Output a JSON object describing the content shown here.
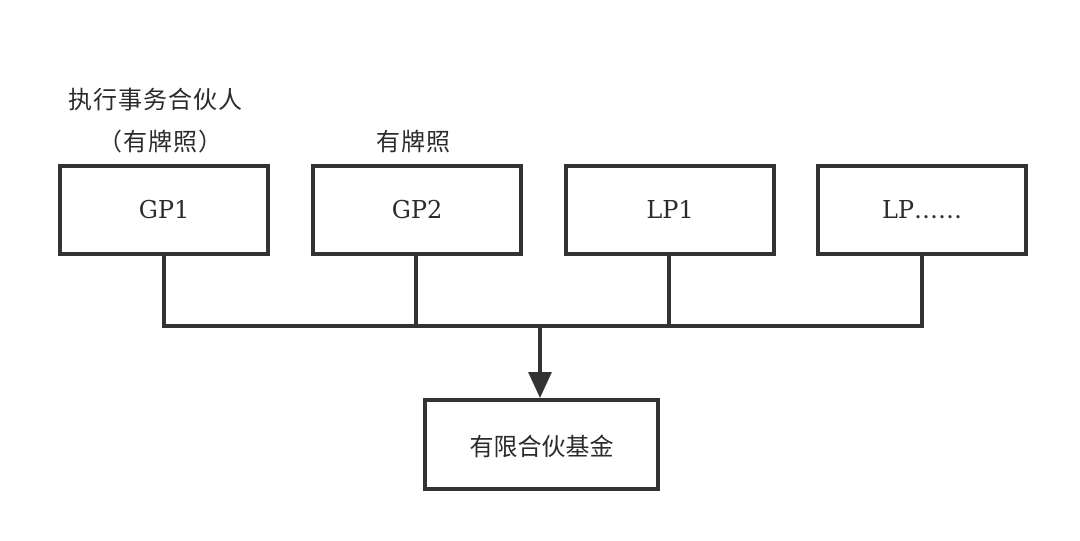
{
  "annotations": {
    "gp1_line1": "执行事务合伙人",
    "gp1_line2": "（有牌照）",
    "gp2": "有牌照"
  },
  "nodes": {
    "gp1": "GP1",
    "gp2": "GP2",
    "lp1": "LP1",
    "lp_more": "LP……",
    "fund": "有限合伙基金"
  },
  "colors": {
    "stroke": "#333333",
    "text": "#2b2b2b",
    "background": "#ffffff"
  }
}
